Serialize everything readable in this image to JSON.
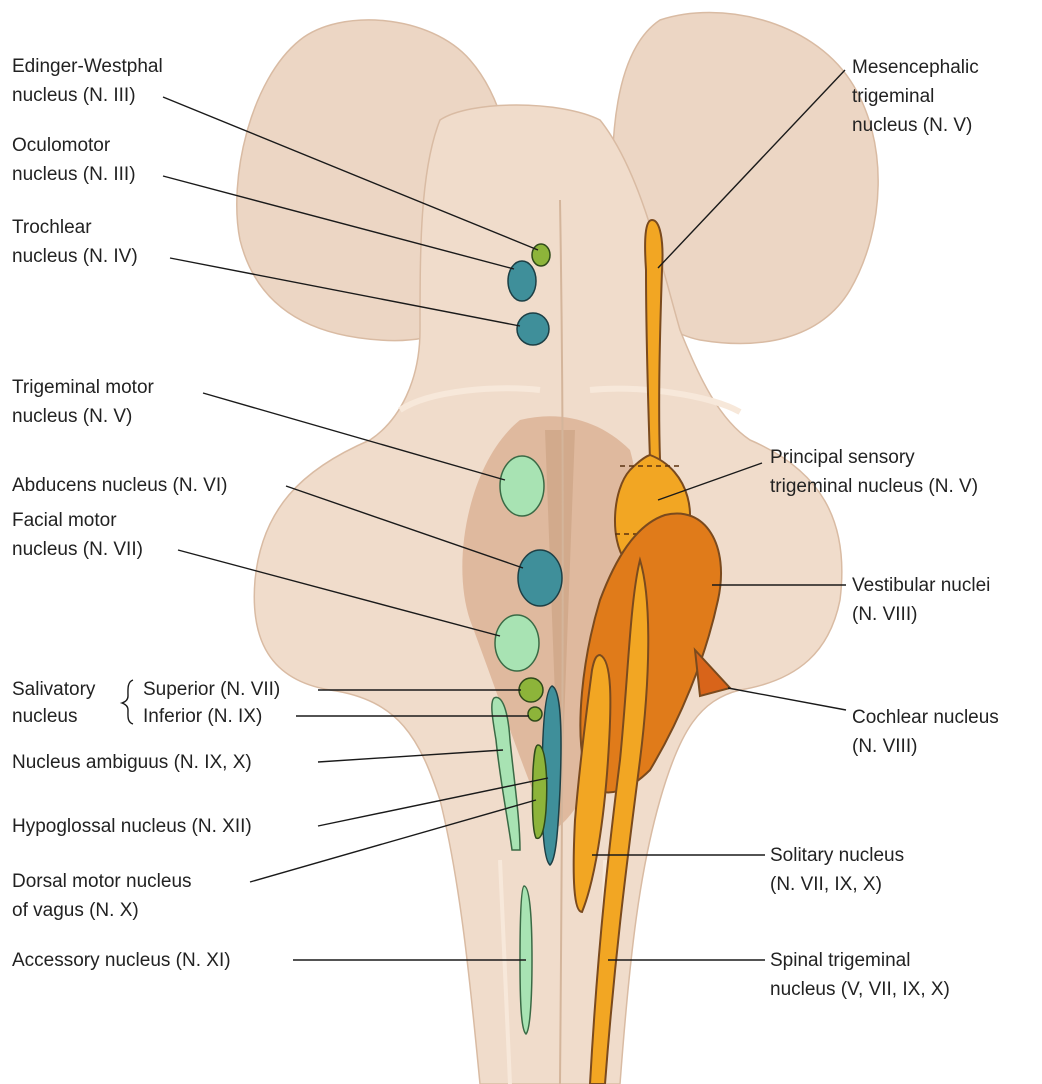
{
  "colors": {
    "tissue": "#f0dccb",
    "tissue_shade": "#e4c7b0",
    "tissue_dark": "#d7a889",
    "motor_blue": "#3f8f9a",
    "light_green": "#a8e3b3",
    "olive_green": "#8db43a",
    "sensory_orange": "#f2a623",
    "vestibular_orange": "#e07b1a",
    "cochlear_orange": "#d8641a",
    "leader_line": "#1a1a1a",
    "label_text": "#222222"
  },
  "labels": {
    "edinger_westphal": [
      "Edinger-Westphal",
      "nucleus (N. III)"
    ],
    "oculomotor": [
      "Oculomotor",
      "nucleus (N. III)"
    ],
    "trochlear": [
      "Trochlear",
      "nucleus (N. IV)"
    ],
    "trigeminal_motor": [
      "Trigeminal motor",
      "nucleus (N. V)"
    ],
    "abducens": [
      "Abducens nucleus (N. VI)"
    ],
    "facial_motor": [
      "Facial motor",
      "nucleus (N. VII)"
    ],
    "salivatory": [
      "Salivatory",
      "nucleus"
    ],
    "salivatory_superior": "Superior (N. VII)",
    "salivatory_inferior": "Inferior (N. IX)",
    "ambiguus": [
      "Nucleus ambiguus (N. IX, X)"
    ],
    "hypoglossal": [
      "Hypoglossal nucleus (N. XII)"
    ],
    "dorsal_vagus": [
      "Dorsal motor nucleus",
      "of vagus (N. X)"
    ],
    "accessory": [
      "Accessory nucleus (N. XI)"
    ],
    "mesencephalic": [
      "Mesencephalic",
      "trigeminal",
      "nucleus (N. V)"
    ],
    "principal_sensory": [
      "Principal sensory",
      "trigeminal nucleus (N. V)"
    ],
    "vestibular": [
      "Vestibular nuclei",
      "(N. VIII)"
    ],
    "cochlear": [
      "Cochlear nucleus",
      "(N. VIII)"
    ],
    "solitary": [
      "Solitary nucleus",
      "(N. VII, IX, X)"
    ],
    "spinal_trigeminal": [
      "Spinal trigeminal",
      "nucleus (V, VII, IX, X)"
    ]
  }
}
